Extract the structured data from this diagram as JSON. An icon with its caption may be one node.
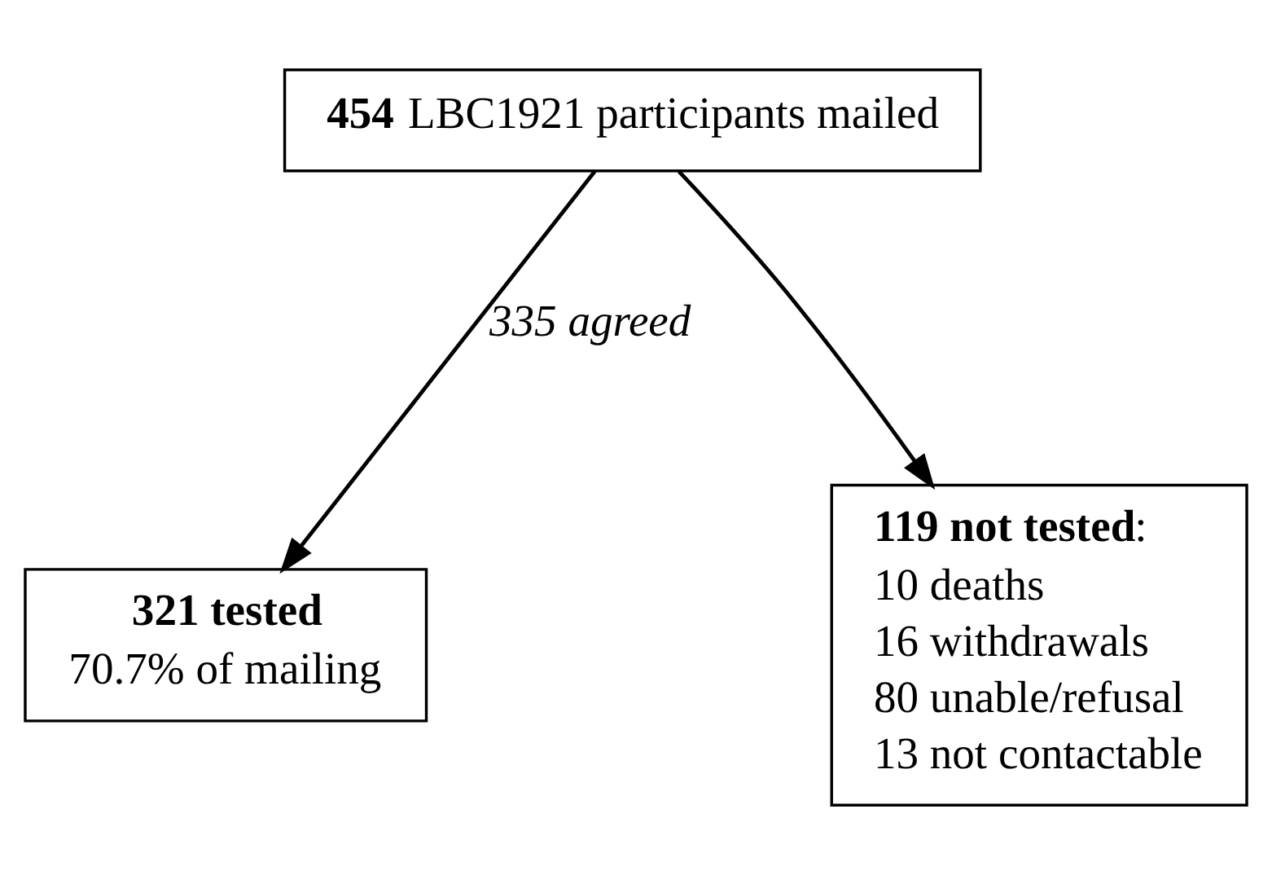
{
  "diagram": {
    "nodes": [
      {
        "text": [
          "**454** LBC1921 participants mailed"
        ]
      },
      {
        "text": [
          "321 tested",
          "70.7% of mailing"
        ]
      },
      {
        "text": [
          "**119 not tested**:",
          "10 deaths",
          "16 withdrawals",
          "80 unable/refusal",
          "13 not contactable"
        ]
      }
    ],
    "edges": [
      {
        "from": 0,
        "to": 1,
        "arrow": "to",
        "label": "335 agreed"
      },
      {
        "from": 0,
        "to": 2,
        "arrow": "to"
      }
    ]
  }
}
